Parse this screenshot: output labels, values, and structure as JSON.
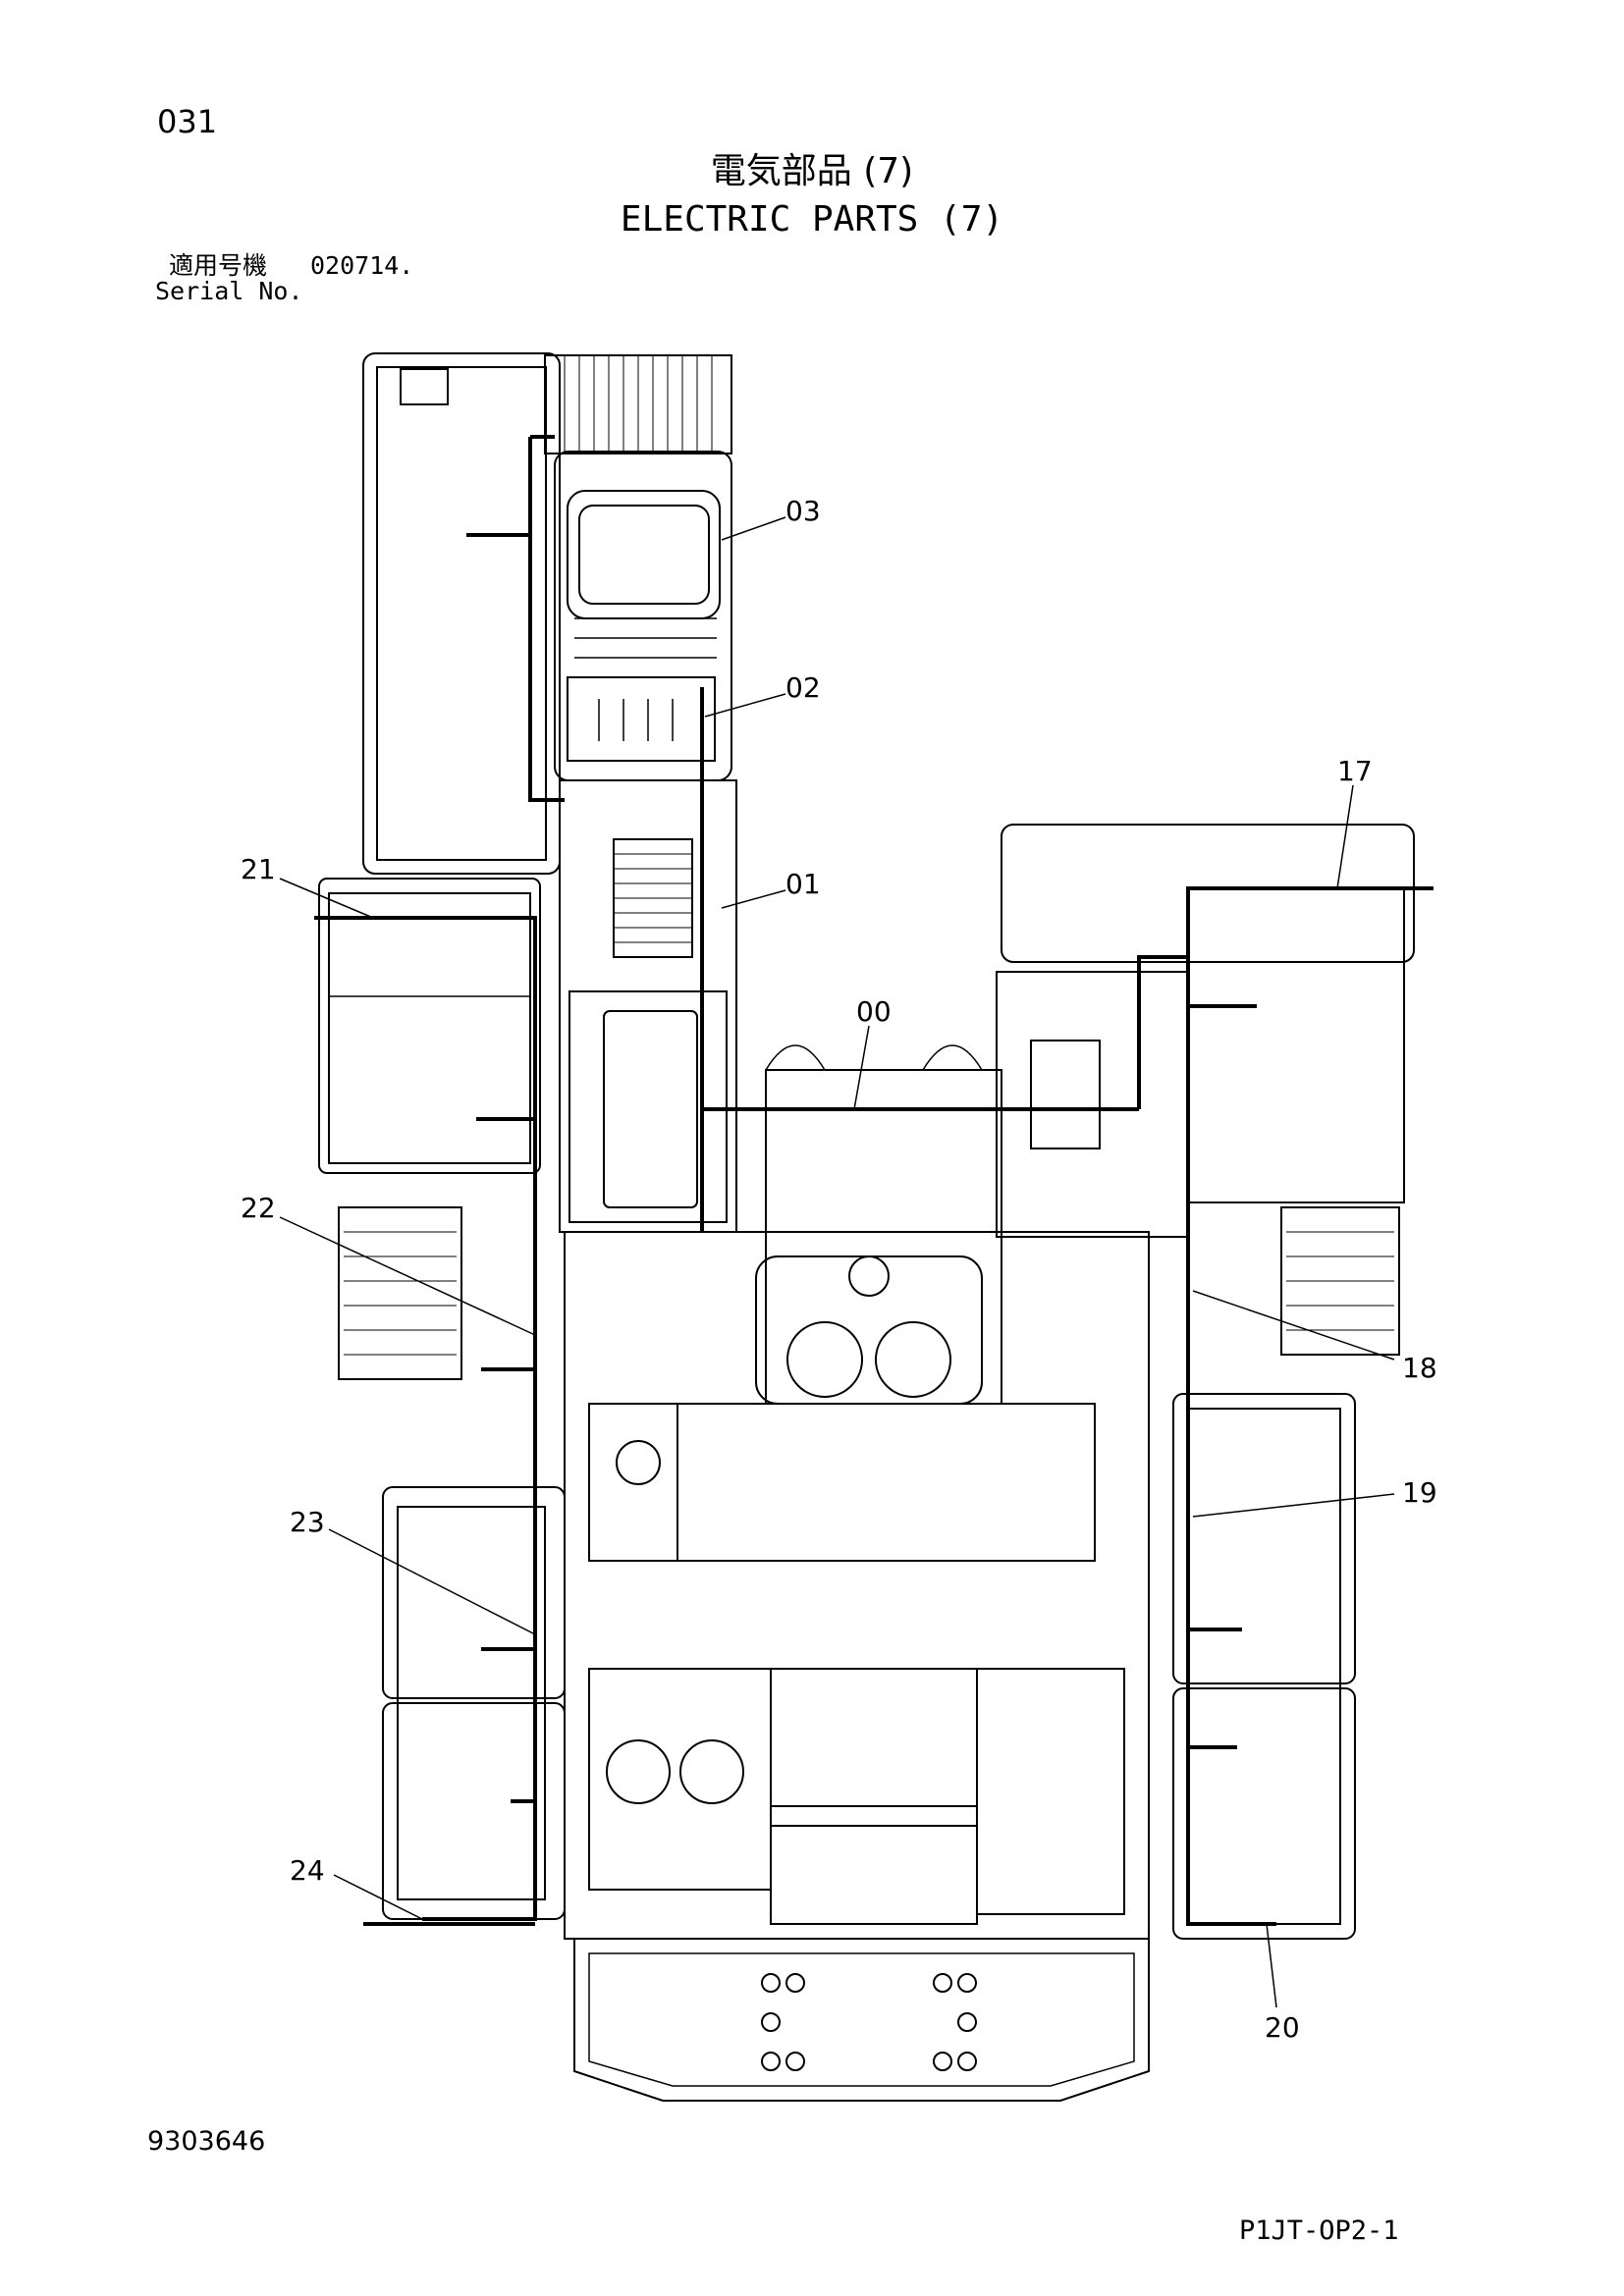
{
  "header": {
    "page_number": "031",
    "title_jp": "電気部品 (7)",
    "title_en": "ELECTRIC PARTS (7)",
    "serial_label_jp": "適用号機",
    "serial_value": "020714.",
    "serial_label_en": "Serial No."
  },
  "callouts": [
    {
      "id": "00",
      "label": "00"
    },
    {
      "id": "01",
      "label": "01"
    },
    {
      "id": "02",
      "label": "02"
    },
    {
      "id": "03",
      "label": "03"
    },
    {
      "id": "17",
      "label": "17"
    },
    {
      "id": "18",
      "label": "18"
    },
    {
      "id": "19",
      "label": "19"
    },
    {
      "id": "20",
      "label": "20"
    },
    {
      "id": "21",
      "label": "21"
    },
    {
      "id": "22",
      "label": "22"
    },
    {
      "id": "23",
      "label": "23"
    },
    {
      "id": "24",
      "label": "24"
    }
  ],
  "footer": {
    "drawing_number": "9303646",
    "sheet_code": "P1JT-OP2-1"
  }
}
